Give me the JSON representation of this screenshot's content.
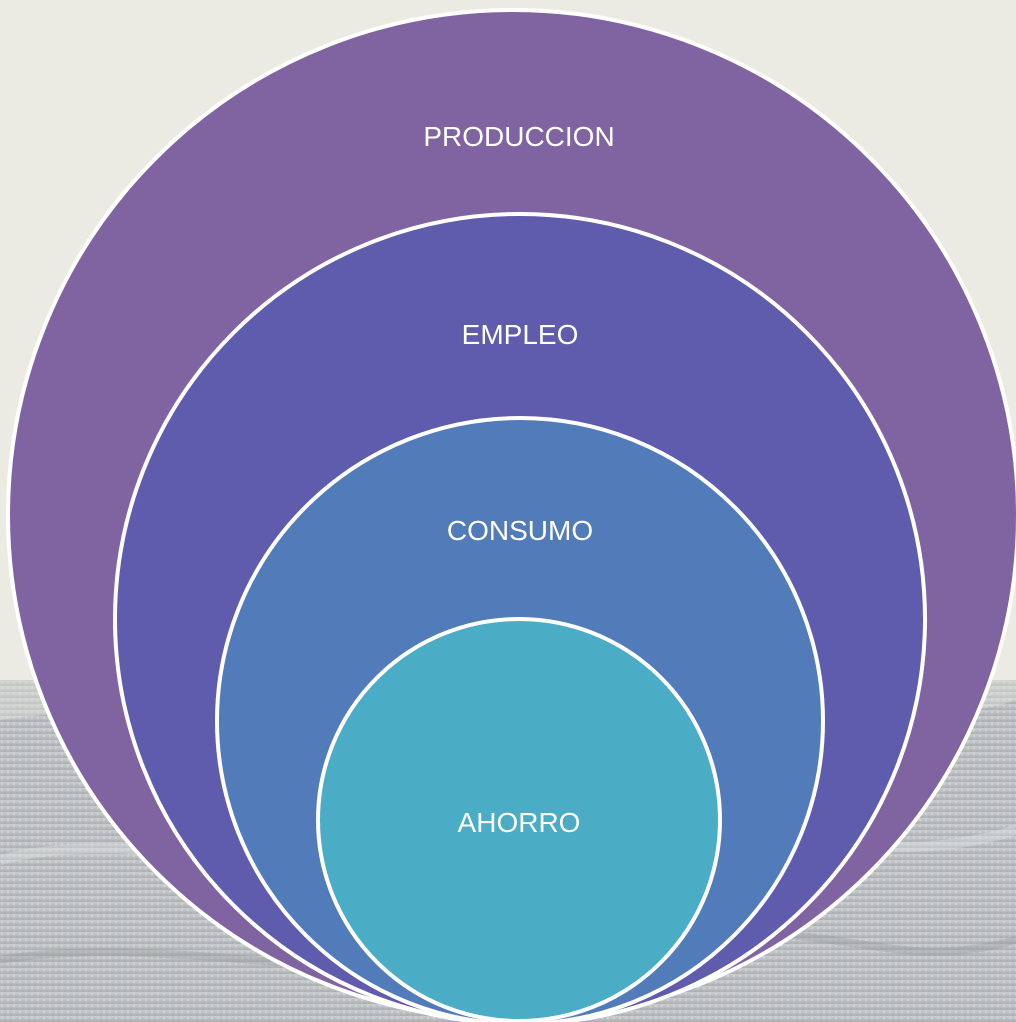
{
  "colors": {
    "background": "#ecebe3",
    "texture": "#b9bdc0",
    "ring_outline": "#ffffff",
    "label_text": "#ffffff"
  },
  "diagram": {
    "rings": [
      {
        "label": "PRODUCCION",
        "color": "#8064a2"
      },
      {
        "label": "EMPLEO",
        "color": "#5f5bad"
      },
      {
        "label": "CONSUMO",
        "color": "#527bba"
      },
      {
        "label": "AHORRO",
        "color": "#4bacc6"
      }
    ]
  }
}
